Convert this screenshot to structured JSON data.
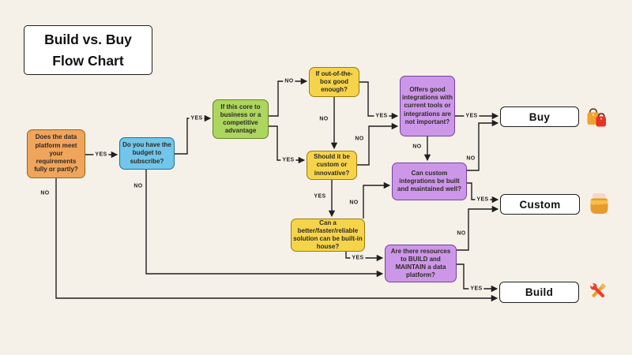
{
  "title": {
    "line1": "Build vs. Buy",
    "line2": "Flow Chart"
  },
  "background_color": "#F6F1E8",
  "line_color": "#1F1F1F",
  "node_colors": {
    "orange": {
      "fill": "#F0A55C",
      "border": "#9A6212"
    },
    "blue": {
      "fill": "#72C6E9",
      "border": "#1B7099"
    },
    "green": {
      "fill": "#ACD65E",
      "border": "#64821C"
    },
    "yellow": {
      "fill": "#F6D44A",
      "border": "#9B7A10"
    },
    "purple": {
      "fill": "#CD97E9",
      "border": "#7740A0"
    },
    "result": {
      "fill": "#FFFFFF",
      "border": "#1F1F1F"
    }
  },
  "nodes": {
    "q1": {
      "text": "Does the data platform meet your requirements fully or partly?",
      "color": "orange"
    },
    "q2": {
      "text": "Do you have the budget to subscribe?",
      "color": "blue"
    },
    "q3": {
      "text": "If this core to business or a competitive advantage",
      "color": "green"
    },
    "q4": {
      "text": "If out-of-the-box good enough?",
      "color": "yellow"
    },
    "q5": {
      "text": "Should it be custom or innovative?",
      "color": "yellow"
    },
    "q6": {
      "text": "Offers good integrations with current tools or integrations are not important?",
      "color": "purple"
    },
    "q7": {
      "text": "Can custom integrations be built and maintained well?",
      "color": "purple"
    },
    "q8": {
      "text": "Can a better/faster/reliable solution can be built-in house?",
      "color": "yellow"
    },
    "q9": {
      "text": "Are there resources to BUILD and MAINTAIN a data platform?",
      "color": "purple"
    },
    "buy": {
      "text": "Buy",
      "icon": "shopping-bags"
    },
    "custom": {
      "text": "Custom",
      "icon": "honey-pot"
    },
    "build": {
      "text": "Build",
      "icon": "hammer-and-wrench"
    }
  },
  "edges": {
    "q1_yes": {
      "from": "q1",
      "to": "q2",
      "label": "YES"
    },
    "q1_no": {
      "from": "q1",
      "to": "build",
      "label": "NO"
    },
    "q2_yes": {
      "from": "q2",
      "to": "q3",
      "label": "YES"
    },
    "q2_no": {
      "from": "q2",
      "to": "q9",
      "label": "NO"
    },
    "q3_no": {
      "from": "q3",
      "to": "q4",
      "label": "NO"
    },
    "q3_yes": {
      "from": "q3",
      "to": "q5",
      "label": "YES"
    },
    "q4_no": {
      "from": "q4",
      "to": "q5",
      "label": "NO"
    },
    "q4_yes": {
      "from": "q4",
      "to": "q6",
      "label": "YES"
    },
    "q5_no": {
      "from": "q5",
      "to": "q6",
      "label": "NO"
    },
    "q5_yes": {
      "from": "q5",
      "to": "q8",
      "label": "YES"
    },
    "q6_yes": {
      "from": "q6",
      "to": "buy",
      "label": "YES"
    },
    "q6_no": {
      "from": "q6",
      "to": "q7",
      "label": "NO"
    },
    "q7_no": {
      "from": "q7",
      "to": "buy",
      "label": "NO"
    },
    "q7_yes": {
      "from": "q7",
      "to": "custom",
      "label": "YES"
    },
    "q8_no": {
      "from": "q8",
      "to": "q7",
      "label": "NO"
    },
    "q8_yes": {
      "from": "q8",
      "to": "q9",
      "label": "YES"
    },
    "q9_no": {
      "from": "q9",
      "to": "custom",
      "label": "NO"
    },
    "q9_yes": {
      "from": "q9",
      "to": "build",
      "label": "YES"
    }
  }
}
